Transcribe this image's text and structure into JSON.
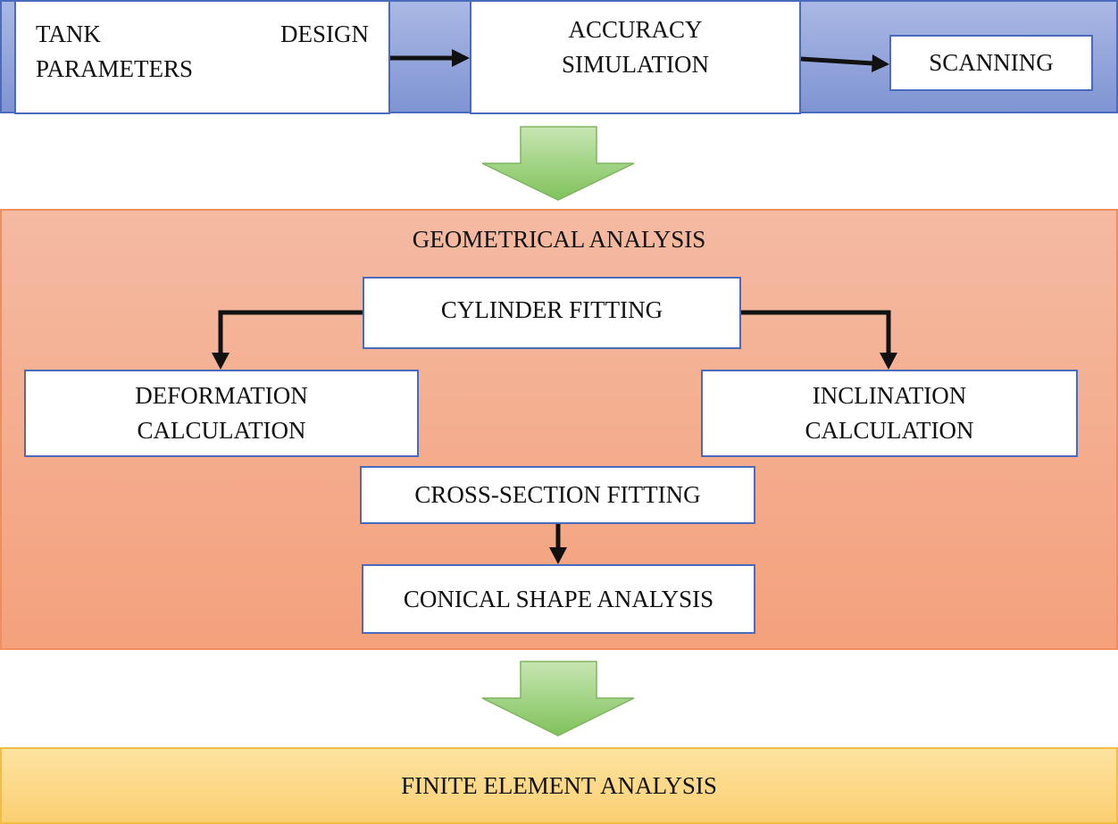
{
  "top_row": {
    "tank_design_parameters": {
      "line1_left": "TANK",
      "line1_right": "DESIGN",
      "line2": "PARAMETERS"
    },
    "accuracy_simulation": {
      "line1": "ACCURACY",
      "line2": "SIMULATION"
    },
    "scanning": "SCANNING"
  },
  "geometrical_analysis": {
    "title": "GEOMETRICAL ANALYSIS",
    "cylinder_fitting": "CYLINDER FITTING",
    "deformation_calculation": {
      "line1": "DEFORMATION",
      "line2": "CALCULATION"
    },
    "inclination_calculation": {
      "line1": "INCLINATION",
      "line2": "CALCULATION"
    },
    "cross_section_fitting": "CROSS-SECTION FITTING",
    "conical_shape_analysis": "CONICAL SHAPE ANALYSIS"
  },
  "finite_element_analysis": "FINITE ELEMENT ANALYSIS",
  "colors": {
    "top_band": "#8fa2da",
    "box_border": "#4a6bbd",
    "geometrical_band": "#f4a987",
    "fea_band": "#fcd988",
    "down_arrow": "#8cc96a",
    "connector": "#111111"
  }
}
